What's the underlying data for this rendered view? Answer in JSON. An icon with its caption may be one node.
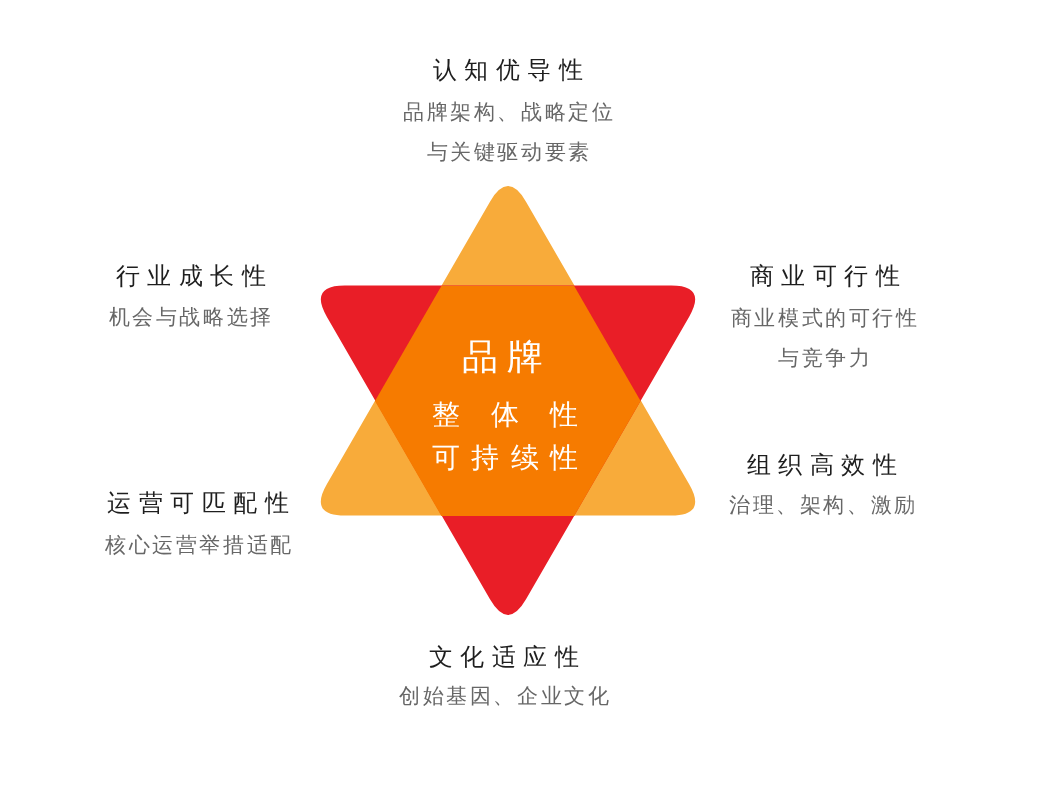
{
  "diagram": {
    "nodes": [
      {
        "text": [
          "品牌",
          "整体性",
          "可持续性"
        ]
      }
    ],
    "labels": [
      "认知优导性",
      "品牌架构、战略定位与关键驱动要素",
      "行业成长性",
      "机会与战略选择",
      "商业可行性",
      "商业模式的可行性与竞争力",
      "运营可匹配性",
      "核心运营举措适配",
      "组织高效性",
      "治理、架构、激励",
      "文化适应性",
      "创始基因、企业文化"
    ]
  }
}
